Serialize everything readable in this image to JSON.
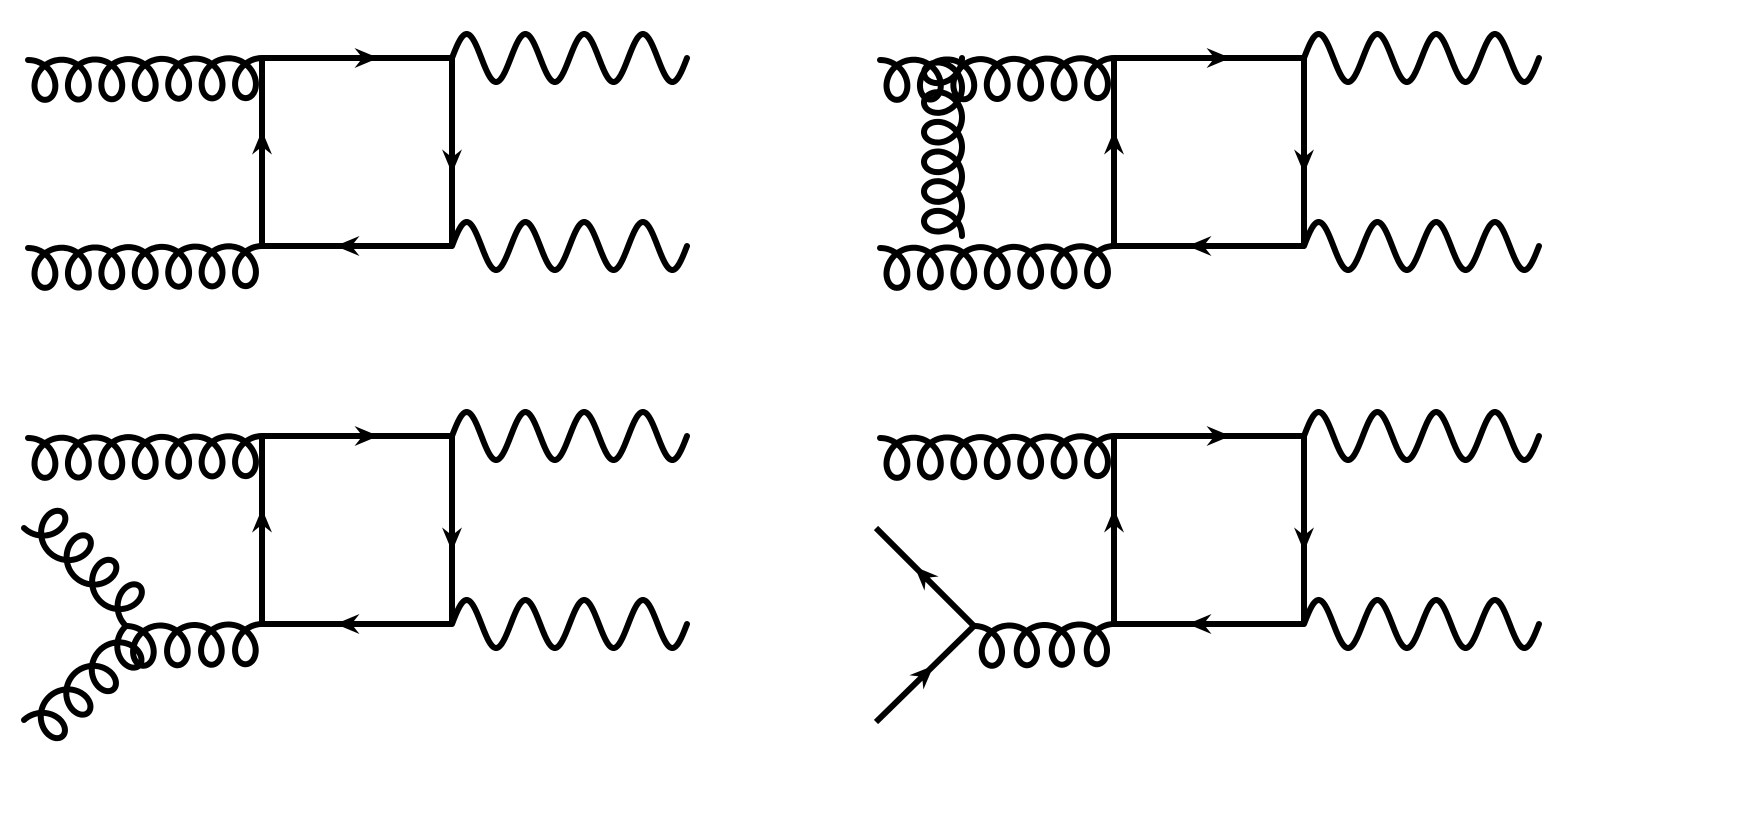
{
  "diagram": {
    "kind": "feynman-diagrams",
    "panel_count": 4,
    "colors": {
      "ink": "#000000",
      "background": "#ffffff"
    },
    "panels": [
      {
        "id": "panel-1",
        "initial_state": "gluon-gluon",
        "loop": "fermion-box",
        "final_state": "two-photons",
        "extra_gluon": "none"
      },
      {
        "id": "panel-2",
        "initial_state": "gluon-gluon",
        "loop": "fermion-box",
        "final_state": "two-photons",
        "extra_gluon": "exchanged-between-incoming-gluons"
      },
      {
        "id": "panel-3",
        "initial_state": "gluon-gluon",
        "loop": "fermion-box",
        "final_state": "two-photons",
        "extra_gluon": "three-gluon-vertex"
      },
      {
        "id": "panel-4",
        "initial_state": "gluon-quark-antiquark",
        "loop": "fermion-box",
        "final_state": "two-photons",
        "extra_gluon": "quark-antiquark-annihilation"
      }
    ]
  }
}
